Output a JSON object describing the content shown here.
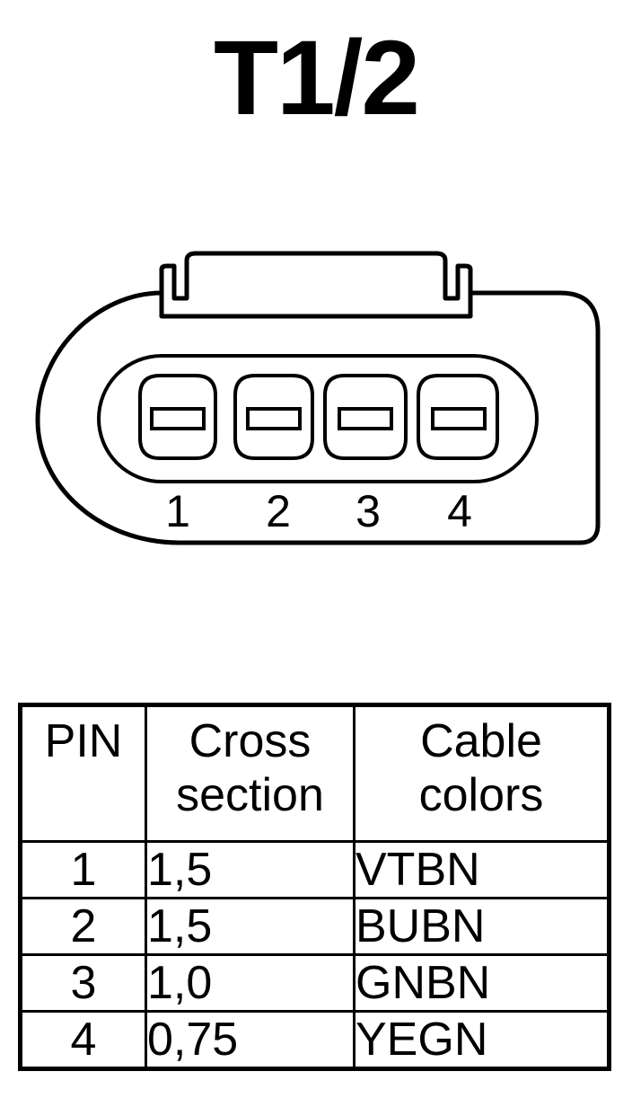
{
  "title": "T1/2",
  "pin_numbers": [
    "1",
    "2",
    "3",
    "4"
  ],
  "table": {
    "headers": {
      "pin": "PIN",
      "cross_line1": "Cross",
      "cross_line2": "section",
      "cable_line1": "Cable",
      "cable_line2": "colors"
    },
    "rows": [
      {
        "pin": "1",
        "cross_section": "1,5",
        "cable_color": "VTBN"
      },
      {
        "pin": "2",
        "cross_section": "1,5",
        "cable_color": "BUBN"
      },
      {
        "pin": "3",
        "cross_section": "1,0",
        "cable_color": "GNBN"
      },
      {
        "pin": "4",
        "cross_section": "0,75",
        "cable_color": "YEGN"
      }
    ]
  }
}
